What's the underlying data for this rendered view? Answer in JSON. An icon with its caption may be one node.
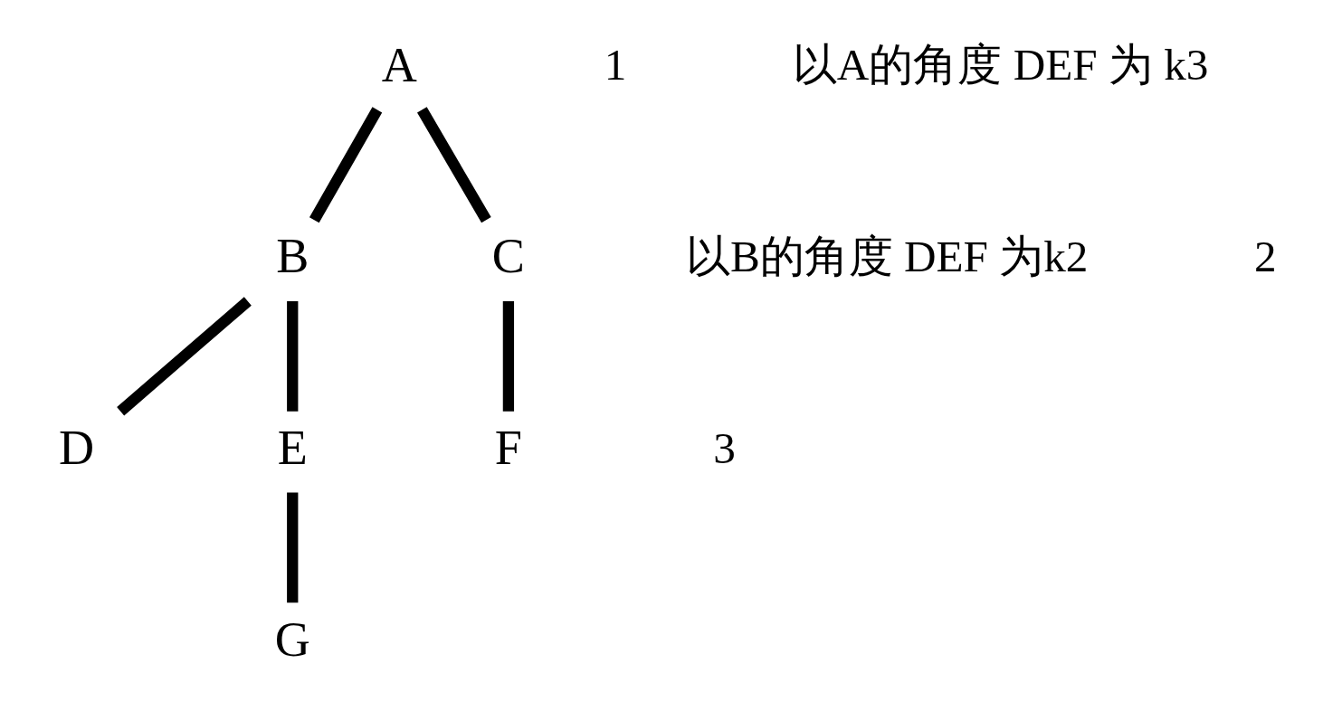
{
  "diagram": {
    "nodes": [
      {
        "text": [
          "A"
        ]
      },
      {
        "text": [
          "B"
        ]
      },
      {
        "text": [
          "C"
        ]
      },
      {
        "text": [
          "D"
        ]
      },
      {
        "text": [
          "E"
        ]
      },
      {
        "text": [
          "F"
        ]
      },
      {
        "text": [
          "G"
        ]
      }
    ],
    "edges": [
      {
        "from": 0,
        "to": 1,
        "arrow": "none"
      },
      {
        "from": 0,
        "to": 2,
        "arrow": "none"
      },
      {
        "from": 1,
        "to": 3,
        "arrow": "none"
      },
      {
        "from": 1,
        "to": 4,
        "arrow": "none"
      },
      {
        "from": 2,
        "to": 5,
        "arrow": "none"
      },
      {
        "from": 4,
        "to": 6,
        "arrow": "none"
      }
    ],
    "labels": [
      "1",
      "以A的角度 DEF 为 k3",
      "以B的角度 DEF 为k2",
      "2",
      "3"
    ]
  }
}
